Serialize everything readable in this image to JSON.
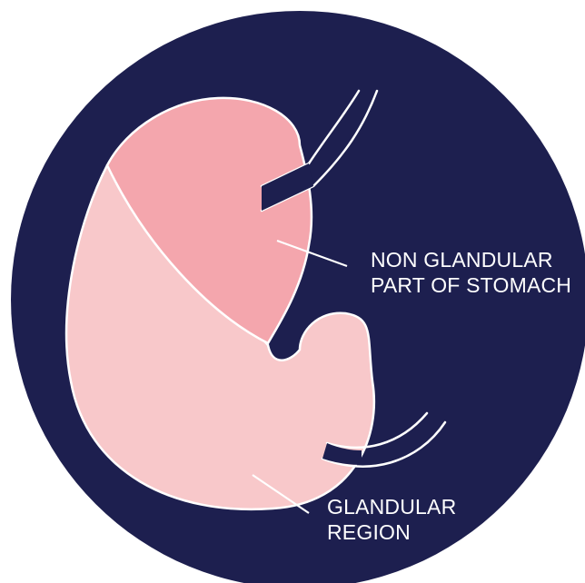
{
  "colors": {
    "background_circle": "#1d1f4f",
    "non_glandular_part": "#f4a6ad",
    "glandular_region": "#f8c8ca",
    "outline": "#ffffff",
    "label_text": "#ffffff"
  },
  "labels": {
    "non_glandular": {
      "line1": "NON GLANDULAR",
      "line2": "PART OF STOMACH"
    },
    "glandular": {
      "line1": "GLANDULAR",
      "line2": "REGION"
    }
  }
}
